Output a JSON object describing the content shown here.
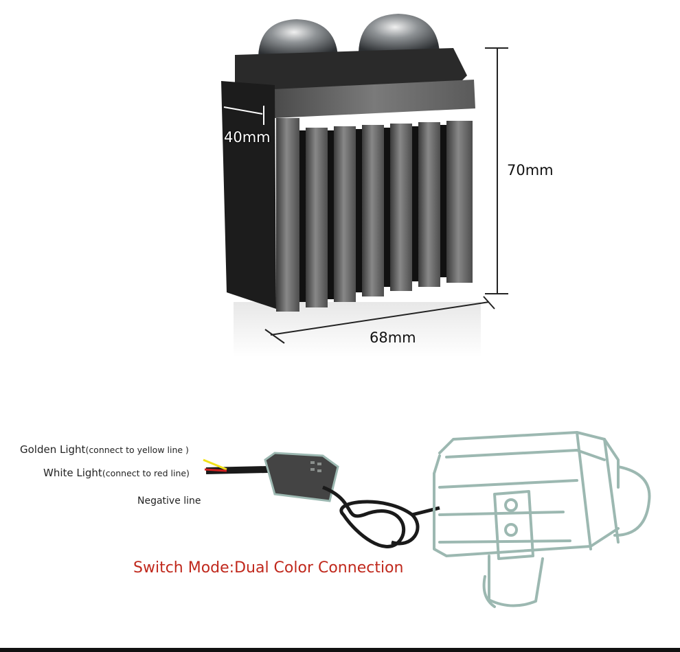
{
  "dimensions": {
    "depth": "40mm",
    "height": "70mm",
    "width": "68mm"
  },
  "wiring": {
    "golden_main": "Golden Light",
    "golden_sub": "(connect to yellow line )",
    "white_main": "White Light",
    "white_sub": "(connect to red line)",
    "negative": "Negative line"
  },
  "mode_title": "Switch Mode:Dual Color Connection",
  "colors": {
    "title_red": "#c0281c",
    "sketch_teal": "#9cb8b1",
    "housing_dark": "#2b2b2b",
    "wire_yellow": "#f2e21a",
    "wire_red": "#d02020"
  }
}
